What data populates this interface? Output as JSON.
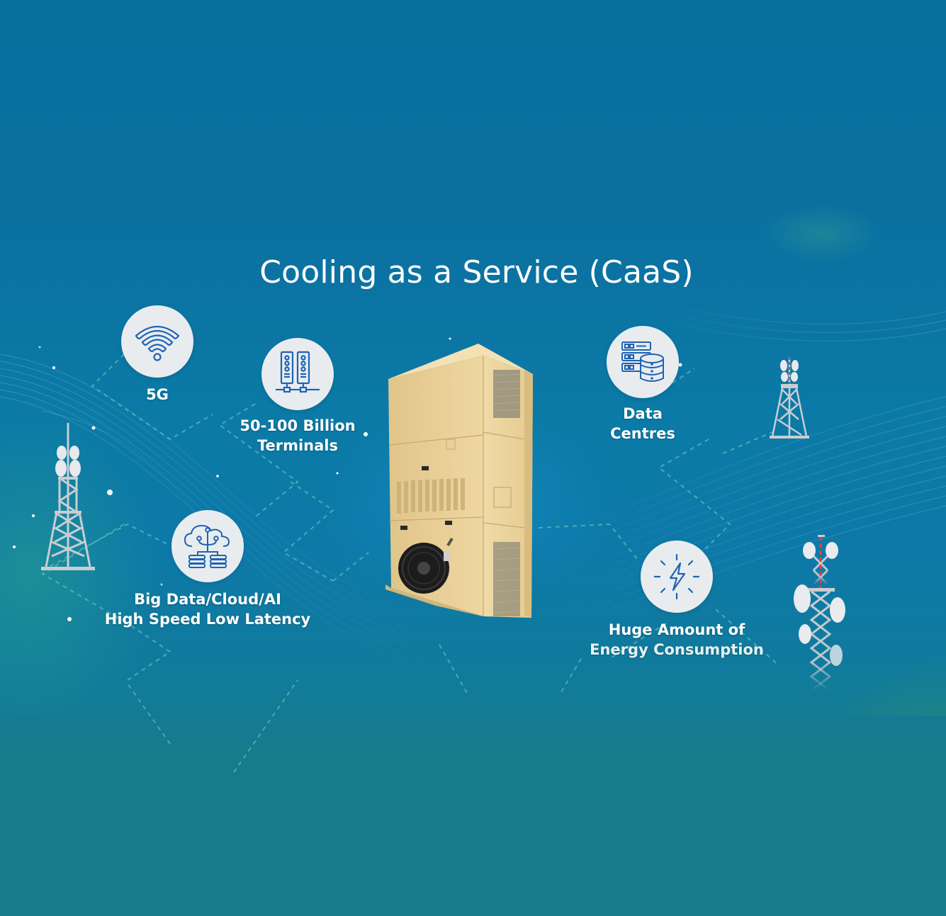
{
  "title": "Cooling as a Service (CaaS)",
  "colors": {
    "background_top": "#07709f",
    "background_bottom": "#187b89",
    "icon_circle": "#e8ecef",
    "icon_stroke": "#1f63b3",
    "text": "#ffffff",
    "cabinet": "#e9cf98"
  },
  "features": [
    {
      "id": "5g",
      "icon": "wifi-icon",
      "lines": [
        "5G"
      ]
    },
    {
      "id": "terminals",
      "icon": "server-towers-icon",
      "lines": [
        "50-100 Billion",
        "Terminals"
      ]
    },
    {
      "id": "big-data",
      "icon": "cloud-network-icon",
      "lines": [
        "Big Data/Cloud/AI",
        "High Speed Low Latency"
      ]
    },
    {
      "id": "data-centres",
      "icon": "server-database-icon",
      "lines": [
        "Data",
        "Centres"
      ]
    },
    {
      "id": "energy",
      "icon": "lightning-bolt-icon",
      "lines": [
        "Huge Amount of",
        "Energy Consumption"
      ]
    }
  ],
  "illustrations": {
    "product": "cooling-cabinet-unit",
    "towers": [
      "telecom-tower-left",
      "telecom-tower-right-small",
      "telecom-tower-right-large"
    ]
  }
}
